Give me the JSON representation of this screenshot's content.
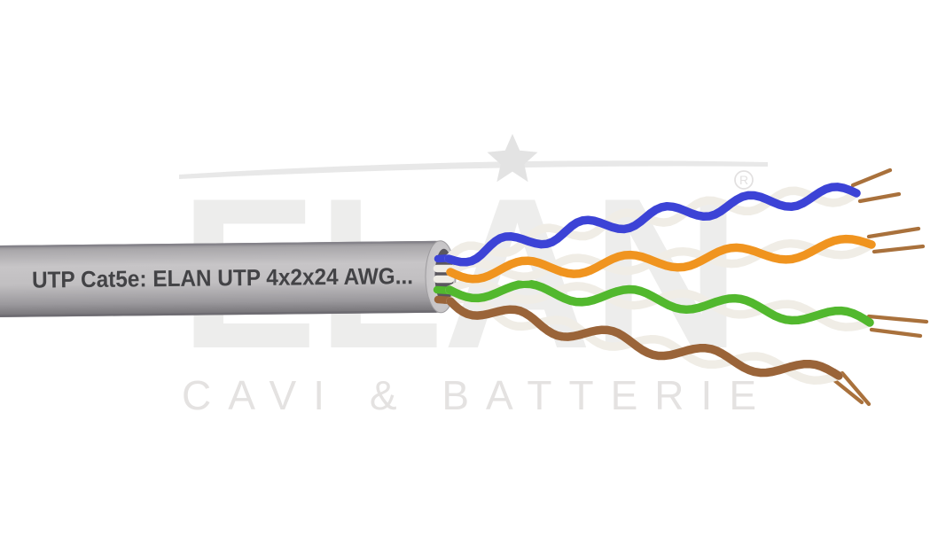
{
  "photo": {
    "subject": "Grey UTP Cat5e network cable with stripped end exposing four twisted wire pairs with bare copper tips",
    "background_color": "#ffffff"
  },
  "watermark": {
    "brand": "ELAN",
    "registered_symbol": "R",
    "tagline": "CAVI & BATTERIE",
    "logo_color": "#ededec",
    "tagline_color": "#e4e2e1",
    "star_color": "#e3e3e3",
    "swoosh_color": "#e8e8e8"
  },
  "cable": {
    "print_text": "UTP Cat5e: ELAN UTP 4x2x24 AWG...",
    "print_color": "#434346",
    "jacket_color": "#bdbbbd",
    "jacket_edge_color": "#7b797d",
    "end_cap_color": "#c9c7c9",
    "mouth_color": "#5a575e"
  },
  "wire_pairs": [
    {
      "name": "blue-white pair",
      "color": "#3c43d6",
      "stripe_color": "#f0ede6"
    },
    {
      "name": "orange-white pair",
      "color": "#f0941f",
      "stripe_color": "#f0ede6"
    },
    {
      "name": "green-white pair",
      "color": "#52b82e",
      "stripe_color": "#f0ede6"
    },
    {
      "name": "brown-white pair",
      "color": "#9a6439",
      "stripe_color": "#f0ede6"
    }
  ],
  "copper_color": "#a9713c"
}
